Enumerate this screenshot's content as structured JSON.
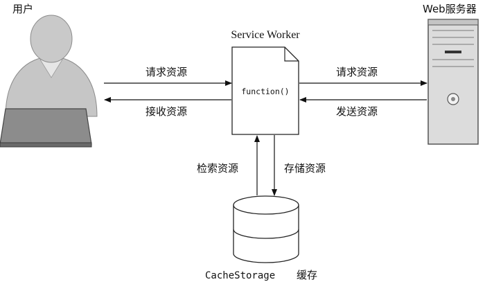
{
  "labels": {
    "user": "用户",
    "server": "Web服务器",
    "service_worker": "Service Worker",
    "function": "function()",
    "request_left": "请求资源",
    "receive_left": "接收资源",
    "request_right": "请求资源",
    "send_right": "发送资源",
    "retrieve": "检索资源",
    "store": "存储资源",
    "cache_name": "CacheStorage",
    "cache_suffix": "缓存"
  },
  "icons": {
    "user": "person-with-laptop-icon",
    "server": "tower-server-icon",
    "document": "document-icon",
    "cache": "database-cylinder-icon"
  }
}
